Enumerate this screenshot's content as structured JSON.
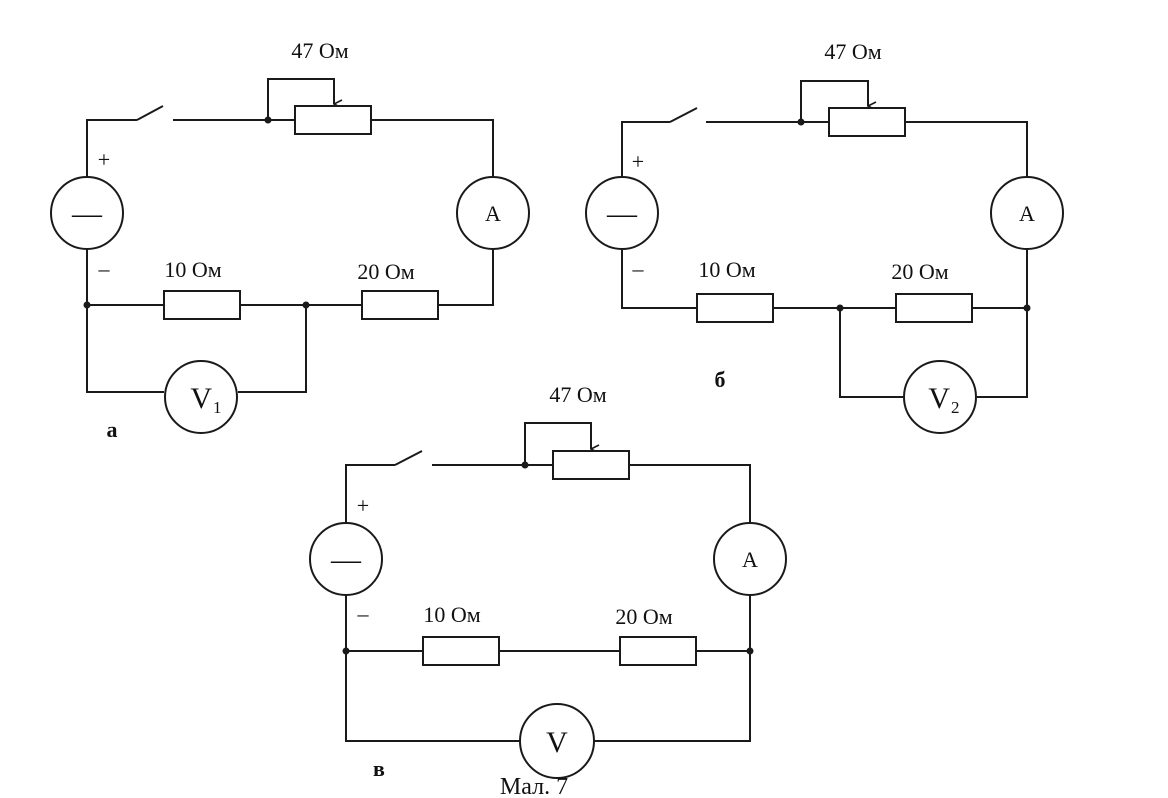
{
  "figure": {
    "caption": "Мал. 7",
    "colors": {
      "ink": "#1a1a1a",
      "background": "#ffffff"
    },
    "panels": [
      {
        "letter": "а",
        "rheostat": "47 Ом",
        "r1": "10 Ом",
        "r2": "20 Ом",
        "plus": "+",
        "minus": "–",
        "source_symbol": "—",
        "ammeter": "A",
        "voltmeter": {
          "letter": "V",
          "sub": "1"
        }
      },
      {
        "letter": "б",
        "rheostat": "47 Ом",
        "r1": "10 Ом",
        "r2": "20 Ом",
        "plus": "+",
        "minus": "–",
        "source_symbol": "—",
        "ammeter": "A",
        "voltmeter": {
          "letter": "V",
          "sub": "2"
        }
      },
      {
        "letter": "в",
        "rheostat": "47 Ом",
        "r1": "10 Ом",
        "r2": "20 Ом",
        "plus": "+",
        "minus": "–",
        "source_symbol": "—",
        "ammeter": "A",
        "voltmeter": {
          "letter": "V",
          "sub": ""
        }
      }
    ]
  }
}
